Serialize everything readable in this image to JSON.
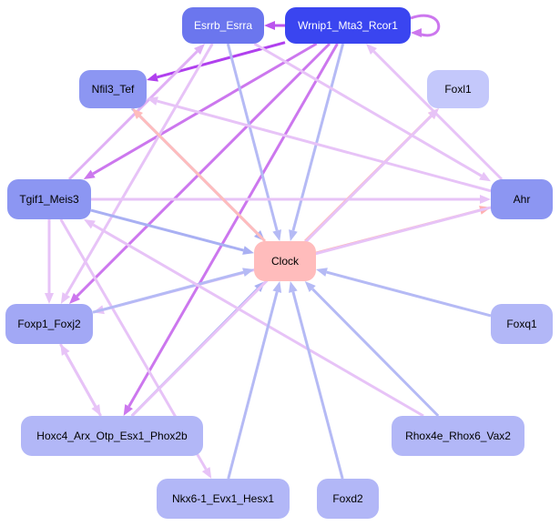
{
  "nodes": [
    {
      "id": "esrrb",
      "label": "Esrrb_Esrra",
      "fill": "#6b76ee",
      "text": "#ffffff"
    },
    {
      "id": "wrnip1",
      "label": "Wrnip1_Mta3_Rcor1",
      "fill": "#3a45f0",
      "text": "#ffffff"
    },
    {
      "id": "nfil3",
      "label": "Nfil3_Tef",
      "fill": "#8c96f2",
      "text": "#000000"
    },
    {
      "id": "foxl1",
      "label": "Foxl1",
      "fill": "#c4c8fb",
      "text": "#000000"
    },
    {
      "id": "tgif1",
      "label": "Tgif1_Meis3",
      "fill": "#8c96f2",
      "text": "#000000"
    },
    {
      "id": "ahr",
      "label": "Ahr",
      "fill": "#8c96f2",
      "text": "#000000"
    },
    {
      "id": "clock",
      "label": "Clock",
      "fill": "#ffbcbc",
      "text": "#000000"
    },
    {
      "id": "foxp1",
      "label": "Foxp1_Foxj2",
      "fill": "#a2a8f5",
      "text": "#000000"
    },
    {
      "id": "foxq1",
      "label": "Foxq1",
      "fill": "#b2b7f7",
      "text": "#000000"
    },
    {
      "id": "hoxc4",
      "label": "Hoxc4_Arx_Otp_Esx1_Phox2b",
      "fill": "#b2b7f7",
      "text": "#000000"
    },
    {
      "id": "rhox4e",
      "label": "Rhox4e_Rhox6_Vax2",
      "fill": "#b2b7f7",
      "text": "#000000"
    },
    {
      "id": "nkx6",
      "label": "Nkx6-1_Evx1_Hesx1",
      "fill": "#b2b7f7",
      "text": "#000000"
    },
    {
      "id": "foxd2",
      "label": "Foxd2",
      "fill": "#b2b7f7",
      "text": "#000000"
    }
  ],
  "edges": [
    {
      "from": "wrnip1",
      "to": "wrnip1",
      "color": "#cc77ee"
    },
    {
      "from": "wrnip1",
      "to": "esrrb",
      "color": "#bb55ee"
    },
    {
      "from": "wrnip1",
      "to": "nfil3",
      "color": "#b040ee"
    },
    {
      "from": "wrnip1",
      "to": "tgif1",
      "color": "#cc77ee"
    },
    {
      "from": "wrnip1",
      "to": "foxp1",
      "color": "#cc77ee"
    },
    {
      "from": "wrnip1",
      "to": "hoxc4",
      "color": "#cc77ee"
    },
    {
      "from": "wrnip1",
      "to": "clock",
      "color": "#b5baf5"
    },
    {
      "from": "esrrb",
      "to": "clock",
      "color": "#b5baf5"
    },
    {
      "from": "esrrb",
      "to": "foxp1",
      "color": "#e7c3f7"
    },
    {
      "from": "esrrb",
      "to": "ahr",
      "color": "#e7c3f7"
    },
    {
      "from": "tgif1",
      "to": "esrrb",
      "color": "#e0b0f5"
    },
    {
      "from": "tgif1",
      "to": "clock",
      "color": "#a9b0f3"
    },
    {
      "from": "tgif1",
      "to": "ahr",
      "color": "#e7c3f7"
    },
    {
      "from": "tgif1",
      "to": "foxp1",
      "color": "#e7c3f7"
    },
    {
      "from": "tgif1",
      "to": "nkx6",
      "color": "#e7c3f7"
    },
    {
      "from": "nfil3",
      "to": "clock",
      "color": "#a9b0f3"
    },
    {
      "from": "clock",
      "to": "nfil3",
      "color": "#ffbcbc"
    },
    {
      "from": "clock",
      "to": "foxl1",
      "color": "#ffbcbc"
    },
    {
      "from": "clock",
      "to": "ahr",
      "color": "#ffb0b0"
    },
    {
      "from": "ahr",
      "to": "wrnip1",
      "color": "#e7c3f7"
    },
    {
      "from": "ahr",
      "to": "nfil3",
      "color": "#e7c3f7"
    },
    {
      "from": "ahr",
      "to": "foxp1",
      "color": "#e7c3f7"
    },
    {
      "from": "foxp1",
      "to": "clock",
      "color": "#b5baf5"
    },
    {
      "from": "foxp1",
      "to": "hoxc4",
      "color": "#e7c3f7"
    },
    {
      "from": "hoxc4",
      "to": "foxp1",
      "color": "#e7c3f7"
    },
    {
      "from": "hoxc4",
      "to": "clock",
      "color": "#a9b0f3"
    },
    {
      "from": "hoxc4",
      "to": "foxl1",
      "color": "#e7c3f7"
    },
    {
      "from": "rhox4e",
      "to": "clock",
      "color": "#b5baf5"
    },
    {
      "from": "rhox4e",
      "to": "tgif1",
      "color": "#e7c3f7"
    },
    {
      "from": "foxq1",
      "to": "clock",
      "color": "#b5baf5"
    },
    {
      "from": "nkx6",
      "to": "clock",
      "color": "#b5baf5"
    },
    {
      "from": "foxd2",
      "to": "clock",
      "color": "#b5baf5"
    }
  ]
}
